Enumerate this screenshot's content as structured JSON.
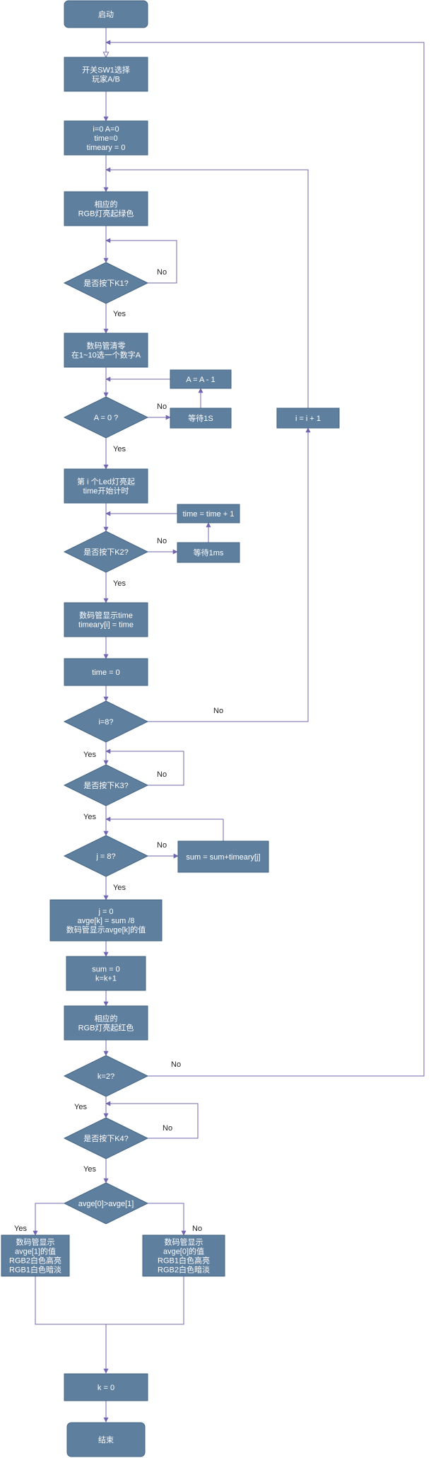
{
  "colors": {
    "node_fill": "#5f7f9f",
    "node_stroke": "#456585",
    "edge": "#7067b0",
    "node_text": "#ffffff",
    "label_text": "#222222"
  },
  "nodes": {
    "start": {
      "lines": [
        "启动"
      ]
    },
    "select_player": {
      "lines": [
        "开关SW1选择",
        "玩家A/B"
      ]
    },
    "init": {
      "lines": [
        "i=0    A=0",
        "time=0",
        "timeary = 0"
      ]
    },
    "rgb_green": {
      "lines": [
        "相应的",
        "RGB灯亮起绿色"
      ]
    },
    "k1": {
      "lines": [
        "是否按下K1?"
      ]
    },
    "digit_clear": {
      "lines": [
        "数码管清零",
        "在1~10选一个数字A"
      ]
    },
    "a_minus": {
      "lines": [
        "A = A - 1"
      ]
    },
    "a_zero": {
      "lines": [
        "A = 0 ?"
      ]
    },
    "wait1s": {
      "lines": [
        "等待1S"
      ]
    },
    "i_plus": {
      "lines": [
        "i = i + 1"
      ]
    },
    "led_on": {
      "lines": [
        "第 i 个Led灯亮起",
        "time开始计时"
      ]
    },
    "time_plus": {
      "lines": [
        "time = time + 1"
      ]
    },
    "k2": {
      "lines": [
        "是否按下K2?"
      ]
    },
    "wait1ms": {
      "lines": [
        "等待1ms"
      ]
    },
    "show_time": {
      "lines": [
        "数码管显示time",
        "timeary[i] = time"
      ]
    },
    "time_zero": {
      "lines": [
        "time = 0"
      ]
    },
    "i8": {
      "lines": [
        "i=8?"
      ]
    },
    "k3": {
      "lines": [
        "是否按下K3?"
      ]
    },
    "j8": {
      "lines": [
        "j = 8?"
      ]
    },
    "sum_add": {
      "lines": [
        "sum = sum+timeary[j]"
      ]
    },
    "avg": {
      "lines": [
        "j = 0",
        "avge[k] = sum /8",
        "数码管显示avge[k]的值"
      ]
    },
    "sum_zero": {
      "lines": [
        "sum = 0",
        "k=k+1"
      ]
    },
    "rgb_red": {
      "lines": [
        "相应的",
        "RGB灯亮起红色"
      ]
    },
    "k2check": {
      "lines": [
        "k=2?"
      ]
    },
    "k4": {
      "lines": [
        "是否按下K4?"
      ]
    },
    "compare": {
      "lines": [
        "avge[0]>avge[1]"
      ]
    },
    "show_avg1": {
      "lines": [
        "数码管显示",
        "avge[1]的值",
        "RGB2白色高亮",
        "RGB1白色暗淡"
      ]
    },
    "show_avg0": {
      "lines": [
        "数码管显示",
        "avge[0]的值",
        "RGB1白色高亮",
        "RGB2白色暗淡"
      ]
    },
    "k_zero": {
      "lines": [
        "k = 0"
      ]
    },
    "end": {
      "lines": [
        "结束"
      ]
    }
  },
  "edge_labels": {
    "k1_no": "No",
    "k1_yes": "Yes",
    "a_zero_no": "No",
    "a_zero_yes": "Yes",
    "k2_no": "No",
    "k2_yes": "Yes",
    "i8_no": "No",
    "i8_yes": "Yes",
    "k3_no": "No",
    "k3_yes": "Yes",
    "j8_no": "No",
    "j8_yes": "Yes",
    "k2check_no": "No",
    "k2check_yes": "Yes",
    "k4_no": "No",
    "k4_yes": "Yes",
    "compare_yes": "Yes",
    "compare_no": "No"
  }
}
